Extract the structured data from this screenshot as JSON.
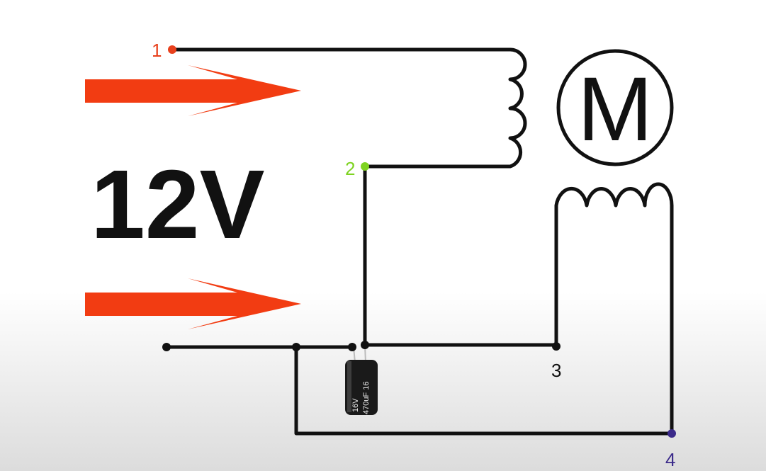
{
  "voltage_label": "12V",
  "motor_label": "M",
  "nodes": {
    "n1": "1",
    "n2": "2",
    "n3": "3",
    "n4": "4"
  },
  "capacitor": {
    "voltage": "16V",
    "capacitance": "470uF",
    "code": "16"
  },
  "colors": {
    "arrow": "#f23c12",
    "node1": "#e8401c",
    "node2": "#7ed321",
    "node3": "#111111",
    "node4": "#3b2a8a",
    "wire": "#111111"
  }
}
